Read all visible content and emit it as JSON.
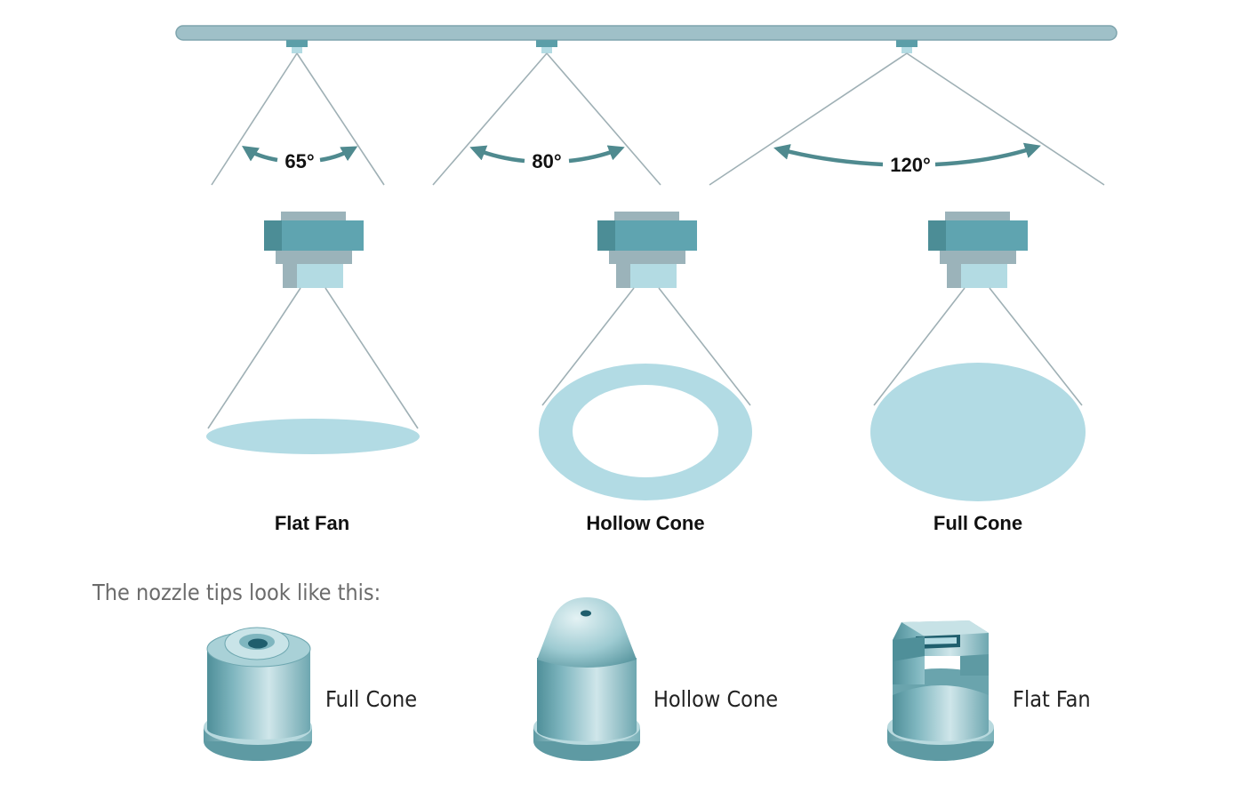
{
  "colors": {
    "pipe": "#9fc0c8",
    "nozzle_dark": "#5b9ea8",
    "nozzle_mid": "#9bb3ba",
    "nozzle_light": "#b3dbe3",
    "spray": "#b2dbe4",
    "arrow": "#4f8a8f",
    "line": "#9fb0b5"
  },
  "angles": [
    {
      "label": "65°"
    },
    {
      "label": "80°"
    },
    {
      "label": "120°"
    }
  ],
  "patterns": [
    {
      "label": "Flat Fan"
    },
    {
      "label": "Hollow Cone"
    },
    {
      "label": "Full Cone"
    }
  ],
  "intro": "The nozzle tips look like this:",
  "tips": [
    {
      "label": "Full Cone",
      "icon": "full-cone-tip-icon"
    },
    {
      "label": "Hollow Cone",
      "icon": "hollow-cone-tip-icon"
    },
    {
      "label": "Flat Fan",
      "icon": "flat-fan-tip-icon"
    }
  ]
}
